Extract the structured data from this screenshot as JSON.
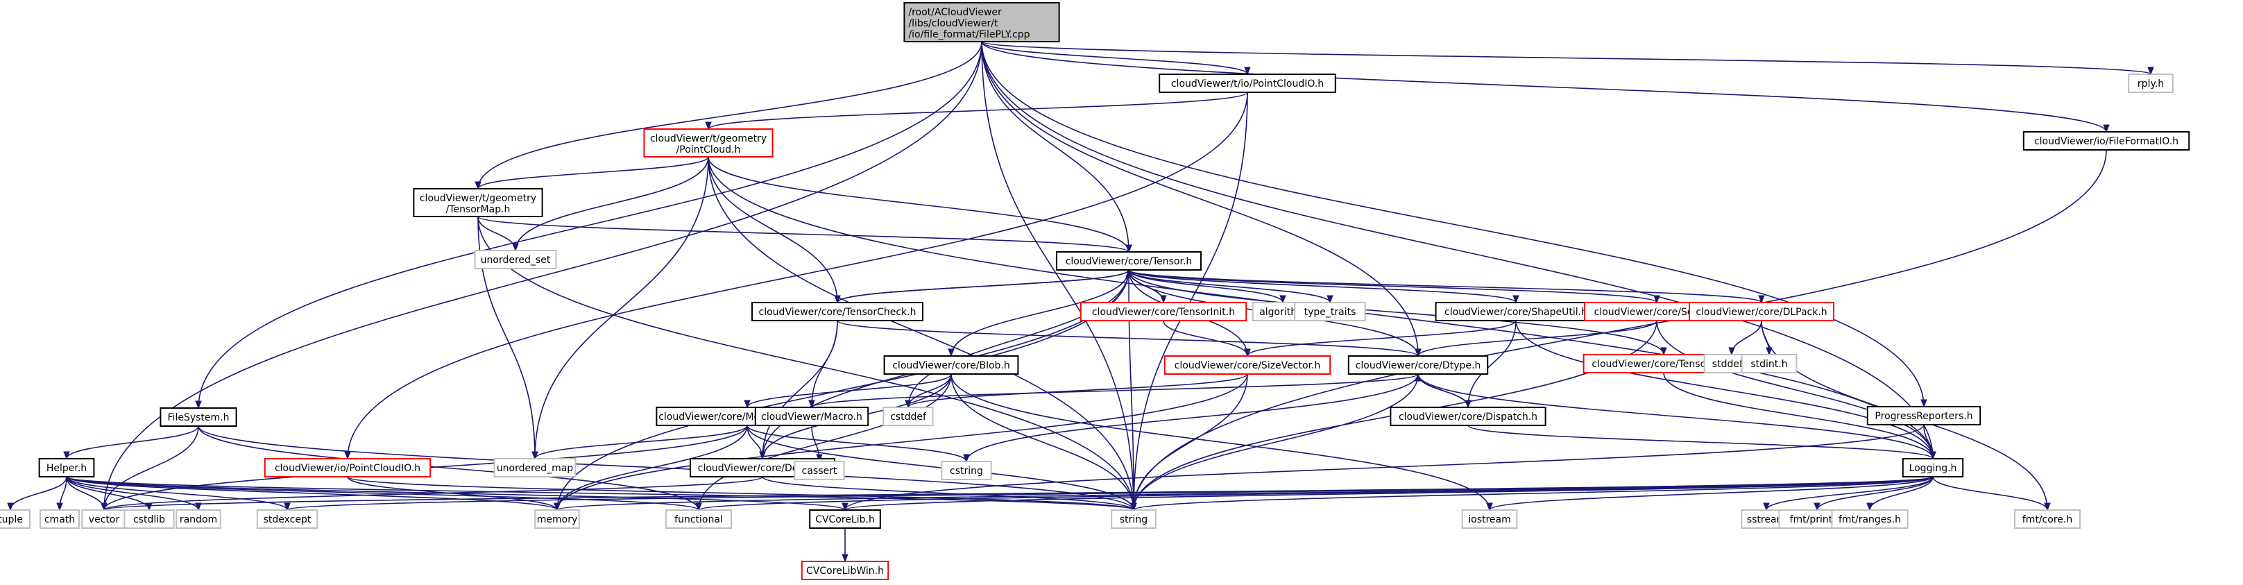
{
  "graph": {
    "title": "Include dependency graph for FilePLY.cpp",
    "edge_color": "#191970",
    "legend_colors": {
      "root_fill": "#bfbfbf",
      "documented_border": "#000000",
      "truncated_border": "#ff0000",
      "system_border": "#bfbfbf"
    },
    "nodes": [
      {
        "id": "root",
        "label": [
          "/root/ACloudViewer",
          "/libs/cloudViewer/t",
          "/io/file_format/FilePLY.cpp"
        ],
        "kind": "root"
      },
      {
        "id": "t_io_pcio",
        "label": [
          "cloudViewer/t/io/PointCloudIO.h"
        ],
        "kind": "doc"
      },
      {
        "id": "rply",
        "label": [
          "rply.h"
        ],
        "kind": "sys"
      },
      {
        "id": "io_ffio",
        "label": [
          "cloudViewer/io/FileFormatIO.h"
        ],
        "kind": "doc"
      },
      {
        "id": "t_geom_pc",
        "label": [
          "cloudViewer/t/geometry",
          "/PointCloud.h"
        ],
        "kind": "red"
      },
      {
        "id": "t_geom_tm",
        "label": [
          "cloudViewer/t/geometry",
          "/TensorMap.h"
        ],
        "kind": "doc"
      },
      {
        "id": "unordered_set",
        "label": [
          "unordered_set"
        ],
        "kind": "sys"
      },
      {
        "id": "tensor",
        "label": [
          "cloudViewer/core/Tensor.h"
        ],
        "kind": "doc"
      },
      {
        "id": "tensorcheck",
        "label": [
          "cloudViewer/core/TensorCheck.h"
        ],
        "kind": "doc"
      },
      {
        "id": "tensorinit",
        "label": [
          "cloudViewer/core/TensorInit.h"
        ],
        "kind": "red"
      },
      {
        "id": "algorithm",
        "label": [
          "algorithm"
        ],
        "kind": "sys"
      },
      {
        "id": "type_traits",
        "label": [
          "type_traits"
        ],
        "kind": "sys"
      },
      {
        "id": "shapeutil",
        "label": [
          "cloudViewer/core/ShapeUtil.h"
        ],
        "kind": "doc"
      },
      {
        "id": "scalar",
        "label": [
          "cloudViewer/core/Scalar.h"
        ],
        "kind": "red"
      },
      {
        "id": "dlpack",
        "label": [
          "cloudViewer/core/DLPack.h"
        ],
        "kind": "red"
      },
      {
        "id": "blob",
        "label": [
          "cloudViewer/core/Blob.h"
        ],
        "kind": "doc"
      },
      {
        "id": "sizevector",
        "label": [
          "cloudViewer/core/SizeVector.h"
        ],
        "kind": "red"
      },
      {
        "id": "dtype",
        "label": [
          "cloudViewer/core/Dtype.h"
        ],
        "kind": "doc"
      },
      {
        "id": "tensorkey",
        "label": [
          "cloudViewer/core/TensorKey.h"
        ],
        "kind": "red"
      },
      {
        "id": "stddef_h",
        "label": [
          "stddef.h"
        ],
        "kind": "sys"
      },
      {
        "id": "stdint_h",
        "label": [
          "stdint.h"
        ],
        "kind": "sys"
      },
      {
        "id": "filesystem",
        "label": [
          "FileSystem.h"
        ],
        "kind": "doc"
      },
      {
        "id": "memmgr",
        "label": [
          "cloudViewer/core/MemoryManager.h"
        ],
        "kind": "doc"
      },
      {
        "id": "macro",
        "label": [
          "cloudViewer/Macro.h"
        ],
        "kind": "doc"
      },
      {
        "id": "cstddef",
        "label": [
          "cstddef"
        ],
        "kind": "sys"
      },
      {
        "id": "dispatch",
        "label": [
          "cloudViewer/core/Dispatch.h"
        ],
        "kind": "doc"
      },
      {
        "id": "progress",
        "label": [
          "ProgressReporters.h"
        ],
        "kind": "doc"
      },
      {
        "id": "helper",
        "label": [
          "Helper.h"
        ],
        "kind": "doc"
      },
      {
        "id": "io_pcio",
        "label": [
          "cloudViewer/io/PointCloudIO.h"
        ],
        "kind": "red"
      },
      {
        "id": "unordered_map",
        "label": [
          "unordered_map"
        ],
        "kind": "sys"
      },
      {
        "id": "device",
        "label": [
          "cloudViewer/core/Device.h"
        ],
        "kind": "doc"
      },
      {
        "id": "cassert",
        "label": [
          "cassert"
        ],
        "kind": "sys"
      },
      {
        "id": "cstring",
        "label": [
          "cstring"
        ],
        "kind": "sys"
      },
      {
        "id": "logging",
        "label": [
          "Logging.h"
        ],
        "kind": "doc"
      },
      {
        "id": "tuple",
        "label": [
          "tuple"
        ],
        "kind": "sys"
      },
      {
        "id": "cmath",
        "label": [
          "cmath"
        ],
        "kind": "sys"
      },
      {
        "id": "vector",
        "label": [
          "vector"
        ],
        "kind": "sys"
      },
      {
        "id": "cstdlib",
        "label": [
          "cstdlib"
        ],
        "kind": "sys"
      },
      {
        "id": "random",
        "label": [
          "random"
        ],
        "kind": "sys"
      },
      {
        "id": "stdexcept",
        "label": [
          "stdexcept"
        ],
        "kind": "sys"
      },
      {
        "id": "memory",
        "label": [
          "memory"
        ],
        "kind": "sys"
      },
      {
        "id": "functional",
        "label": [
          "functional"
        ],
        "kind": "sys"
      },
      {
        "id": "cvcorelib",
        "label": [
          "CVCoreLib.h"
        ],
        "kind": "doc"
      },
      {
        "id": "string",
        "label": [
          "string"
        ],
        "kind": "sys"
      },
      {
        "id": "iostream",
        "label": [
          "iostream"
        ],
        "kind": "sys"
      },
      {
        "id": "sstream",
        "label": [
          "sstream"
        ],
        "kind": "sys"
      },
      {
        "id": "fmt_printf",
        "label": [
          "fmt/printf.h"
        ],
        "kind": "sys"
      },
      {
        "id": "fmt_ranges",
        "label": [
          "fmt/ranges.h"
        ],
        "kind": "sys"
      },
      {
        "id": "fmt_core",
        "label": [
          "fmt/core.h"
        ],
        "kind": "sys"
      },
      {
        "id": "cvcorelibwin",
        "label": [
          "CVCoreLibWin.h"
        ],
        "kind": "red"
      }
    ],
    "edges": [
      [
        "root",
        "t_io_pcio"
      ],
      [
        "root",
        "rply"
      ],
      [
        "root",
        "io_ffio"
      ],
      [
        "root",
        "tensor"
      ],
      [
        "root",
        "t_geom_tm"
      ],
      [
        "root",
        "filesystem"
      ],
      [
        "root",
        "vector"
      ],
      [
        "root",
        "dtype"
      ],
      [
        "root",
        "progress"
      ],
      [
        "root",
        "logging"
      ],
      [
        "root",
        "string"
      ],
      [
        "t_io_pcio",
        "t_geom_pc"
      ],
      [
        "t_io_pcio",
        "io_pcio"
      ],
      [
        "t_io_pcio",
        "string"
      ],
      [
        "io_ffio",
        "string"
      ],
      [
        "t_geom_pc",
        "t_geom_tm"
      ],
      [
        "t_geom_pc",
        "tensor"
      ],
      [
        "t_geom_pc",
        "tensorcheck"
      ],
      [
        "t_geom_pc",
        "unordered_set"
      ],
      [
        "t_geom_pc",
        "unordered_map"
      ],
      [
        "t_geom_pc",
        "string"
      ],
      [
        "t_geom_pc",
        "logging"
      ],
      [
        "t_geom_tm",
        "tensor"
      ],
      [
        "t_geom_tm",
        "unordered_set"
      ],
      [
        "t_geom_tm",
        "unordered_map"
      ],
      [
        "t_geom_tm",
        "string"
      ],
      [
        "tensor",
        "tensorcheck"
      ],
      [
        "tensor",
        "tensorinit"
      ],
      [
        "tensor",
        "algorithm"
      ],
      [
        "tensor",
        "type_traits"
      ],
      [
        "tensor",
        "shapeutil"
      ],
      [
        "tensor",
        "scalar"
      ],
      [
        "tensor",
        "dlpack"
      ],
      [
        "tensor",
        "blob"
      ],
      [
        "tensor",
        "sizevector"
      ],
      [
        "tensor",
        "dtype"
      ],
      [
        "tensor",
        "tensorkey"
      ],
      [
        "tensor",
        "device"
      ],
      [
        "tensor",
        "memory"
      ],
      [
        "tensor",
        "cstddef"
      ],
      [
        "tensor",
        "string"
      ],
      [
        "tensorcheck",
        "tensor"
      ],
      [
        "tensorcheck",
        "dtype"
      ],
      [
        "tensorcheck",
        "device"
      ],
      [
        "tensorcheck",
        "macro"
      ],
      [
        "tensorinit",
        "sizevector"
      ],
      [
        "shapeutil",
        "sizevector"
      ],
      [
        "shapeutil",
        "dispatch"
      ],
      [
        "shapeutil",
        "logging"
      ],
      [
        "scalar",
        "dtype"
      ],
      [
        "scalar",
        "logging"
      ],
      [
        "scalar",
        "string"
      ],
      [
        "dlpack",
        "stddef_h"
      ],
      [
        "dlpack",
        "stdint_h"
      ],
      [
        "dlpack",
        "fmt_core"
      ],
      [
        "tensorkey",
        "logging"
      ],
      [
        "blob",
        "memmgr"
      ],
      [
        "blob",
        "device"
      ],
      [
        "blob",
        "cstddef"
      ],
      [
        "blob",
        "string"
      ],
      [
        "blob",
        "iostream"
      ],
      [
        "blob",
        "functional"
      ],
      [
        "sizevector",
        "cstddef"
      ],
      [
        "sizevector",
        "string"
      ],
      [
        "sizevector",
        "memory"
      ],
      [
        "dtype",
        "macro"
      ],
      [
        "dtype",
        "dispatch"
      ],
      [
        "dtype",
        "logging"
      ],
      [
        "dtype",
        "cstring"
      ],
      [
        "dtype",
        "string"
      ],
      [
        "dispatch",
        "dtype"
      ],
      [
        "dispatch",
        "logging"
      ],
      [
        "memmgr",
        "device"
      ],
      [
        "memmgr",
        "unordered_map"
      ],
      [
        "memmgr",
        "cstring"
      ],
      [
        "memmgr",
        "string"
      ],
      [
        "memmgr",
        "memory"
      ],
      [
        "memmgr",
        "vector"
      ],
      [
        "macro",
        "cassert"
      ],
      [
        "device",
        "string"
      ],
      [
        "device",
        "vector"
      ],
      [
        "filesystem",
        "helper"
      ],
      [
        "filesystem",
        "vector"
      ],
      [
        "filesystem",
        "functional"
      ],
      [
        "filesystem",
        "string"
      ],
      [
        "filesystem",
        "CVCoreLib"
      ],
      [
        "io_pcio",
        "memory"
      ],
      [
        "io_pcio",
        "string"
      ],
      [
        "helper",
        "tuple"
      ],
      [
        "helper",
        "cmath"
      ],
      [
        "helper",
        "vector"
      ],
      [
        "helper",
        "cstdlib"
      ],
      [
        "helper",
        "random"
      ],
      [
        "helper",
        "stdexcept"
      ],
      [
        "helper",
        "memory"
      ],
      [
        "helper",
        "functional"
      ],
      [
        "helper",
        "cvcorelib"
      ],
      [
        "helper",
        "string"
      ],
      [
        "progress",
        "logging"
      ],
      [
        "progress",
        "cvcorelib"
      ],
      [
        "logging",
        "sstream"
      ],
      [
        "logging",
        "fmt_printf"
      ],
      [
        "logging",
        "fmt_ranges"
      ],
      [
        "logging",
        "fmt_core"
      ],
      [
        "logging",
        "iostream"
      ],
      [
        "logging",
        "string"
      ],
      [
        "logging",
        "functional"
      ],
      [
        "logging",
        "memory"
      ],
      [
        "logging",
        "stdexcept"
      ],
      [
        "logging",
        "vector"
      ],
      [
        "logging",
        "cvcorelib"
      ],
      [
        "cvcorelib",
        "cvcorelibwin"
      ]
    ]
  }
}
